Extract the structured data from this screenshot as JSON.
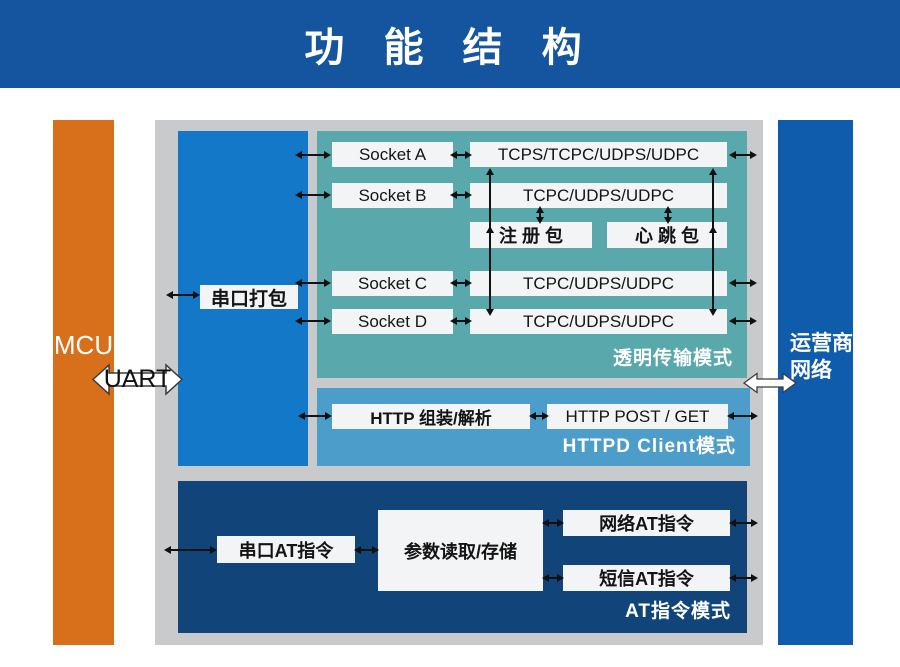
{
  "title": "功 能 结 构",
  "left_bar": {
    "label": "MCU"
  },
  "uart_arrow": {
    "label": "UART"
  },
  "right_bar": {
    "label_line1": "运营商",
    "label_line2": "网络"
  },
  "serial_pack": {
    "label": "串口打包"
  },
  "transparent": {
    "mode_label": "透明传输模式",
    "socket_a": "Socket A",
    "socket_b": "Socket B",
    "socket_c": "Socket C",
    "socket_d": "Socket D",
    "proto_a": "TCPS/TCPC/UDPS/UDPC",
    "proto_b": "TCPC/UDPS/UDPC",
    "proto_c": "TCPC/UDPS/UDPC",
    "proto_d": "TCPC/UDPS/UDPC",
    "register_packet": "注 册 包",
    "heartbeat_packet": "心 跳 包"
  },
  "httpd": {
    "mode_label": "HTTPD Client模式",
    "assemble": "HTTP 组装/解析",
    "post_get": "HTTP POST / GET"
  },
  "at": {
    "mode_label": "AT指令模式",
    "serial_at": "串口AT指令",
    "param_storage": "参数读取/存储",
    "network_at": "网络AT指令",
    "sms_at": "短信AT指令"
  },
  "colors": {
    "banner_blue": "#15549e",
    "mcu_orange": "#d8701b",
    "panel_blue": "#1478c8",
    "transparent_teal": "#58a8ac",
    "httpd_blue": "#4d9dca",
    "at_navy": "#114579",
    "carrier_blue": "#0e5cab",
    "container_gray": "#c9cacb",
    "box_white": "#f3f4f6",
    "arrow_black": "#111111"
  }
}
